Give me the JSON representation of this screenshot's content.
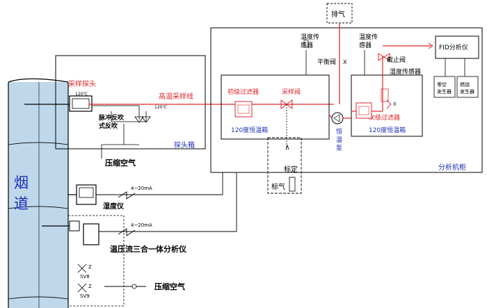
{
  "labels": {
    "flue": "烟道",
    "probe_head": "采样探头",
    "probe_temp": "120℃",
    "probe_box": "探头箱",
    "pulse_blowback": "脉冲反吹式反吹",
    "compressed_air": "压缩空气",
    "hot_line": "高温采样线",
    "hot_line_temp": "120℃",
    "exhaust": "排气",
    "temp_sensor_1": "温度传感器",
    "temp_sensor_2": "温度传感器",
    "balance_valve": "平衡阀",
    "shutoff_valve": "截止阀",
    "humidity_sensor": "湿度传感器",
    "fid_analyzer": "FID分析仪",
    "zero_gas_gen": "零空发生器",
    "fuel_gas_gen": "燃烧发生器",
    "primary_filter": "初级过滤器",
    "sampling_valve": "采样阀",
    "oven_120_left": "120度恒温箱",
    "thermostatic_pump": "恒温泵",
    "secondary_filter": "次级过滤器",
    "oven_120_right": "120度恒温箱",
    "calibration": "标定",
    "cal_gas": "标气",
    "analyzer_cabinet": "分析机柜",
    "humidity_meter": "湿度仪",
    "signal_1": "4~20mA",
    "signal_2": "4~20mA",
    "tpf_analyzer": "温压流三合一体分析仪",
    "sv8": "SV8",
    "sv9": "SV9",
    "z1": "Z",
    "z2": "Z",
    "compressed_air_2": "压缩空气",
    "valve_mark": "X"
  },
  "colors": {
    "sample_line": "#e0262b",
    "black_line": "#000000",
    "blue_text": "#1a2fb8",
    "red_text": "#e0262b",
    "flue_fill": "#bfd7ea"
  }
}
